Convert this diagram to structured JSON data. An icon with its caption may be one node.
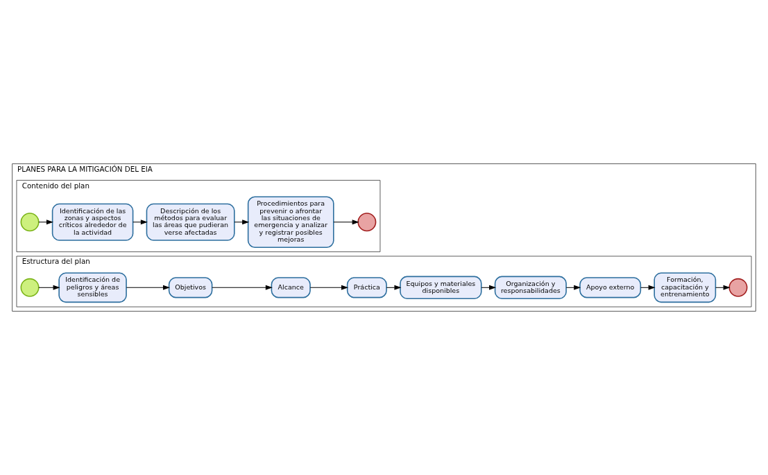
{
  "diagram": {
    "nodes": [
      {
        "text": [
          "PLANES PARA LA MITIGACIÓN DEL EIA"
        ]
      },
      {
        "text": [
          "Contenido del plan"
        ],
        "in": 0
      },
      {
        "text": [],
        "shape": "circle",
        "in": 1
      },
      {
        "text": [
          "Identificación de las zonas y aspectos críticos alrededor de la actividad"
        ],
        "in": 1
      },
      {
        "text": [
          "Descripción de los métodos para evaluar las áreas que pudieran verse afectadas"
        ],
        "in": 1
      },
      {
        "text": [
          "Procedimientos para prevenir o afrontar las situaciones de emergencia y analizar y registrar posibles mejoras"
        ],
        "in": 1
      },
      {
        "text": [],
        "shape": "circle",
        "in": 1
      },
      {
        "text": [
          "Estructura del plan"
        ],
        "in": 0
      },
      {
        "text": [],
        "shape": "circle",
        "in": 7
      },
      {
        "text": [
          "Identificación de peligros y áreas sensibles"
        ],
        "in": 7
      },
      {
        "text": [
          "Objetivos"
        ],
        "in": 7
      },
      {
        "text": [
          "Alcance"
        ],
        "in": 7
      },
      {
        "text": [
          "Práctica"
        ],
        "in": 7
      },
      {
        "text": [
          "Equipos y materiales disponibles"
        ],
        "in": 7
      },
      {
        "text": [
          "Organización y responsabilidades"
        ],
        "in": 7
      },
      {
        "text": [
          "Apoyo externo"
        ],
        "in": 7
      },
      {
        "text": [
          "Formación, capacitación y entrenamiento"
        ],
        "in": 7
      },
      {
        "text": [],
        "shape": "circle",
        "in": 7
      }
    ],
    "edges": [
      {
        "from": 2,
        "to": 3,
        "arrow": "to"
      },
      {
        "from": 3,
        "to": 4,
        "arrow": "to"
      },
      {
        "from": 4,
        "to": 5,
        "arrow": "to"
      },
      {
        "from": 5,
        "to": 6,
        "arrow": "to"
      },
      {
        "from": 8,
        "to": 9,
        "arrow": "to"
      },
      {
        "from": 9,
        "to": 10,
        "arrow": "to"
      },
      {
        "from": 10,
        "to": 11,
        "arrow": "to"
      },
      {
        "from": 11,
        "to": 12,
        "arrow": "to"
      },
      {
        "from": 12,
        "to": 13,
        "arrow": "to"
      },
      {
        "from": 13,
        "to": 14,
        "arrow": "to"
      },
      {
        "from": 14,
        "to": 15,
        "arrow": "to"
      },
      {
        "from": 15,
        "to": 16,
        "arrow": "to"
      },
      {
        "from": 16,
        "to": 17,
        "arrow": "to"
      }
    ]
  }
}
